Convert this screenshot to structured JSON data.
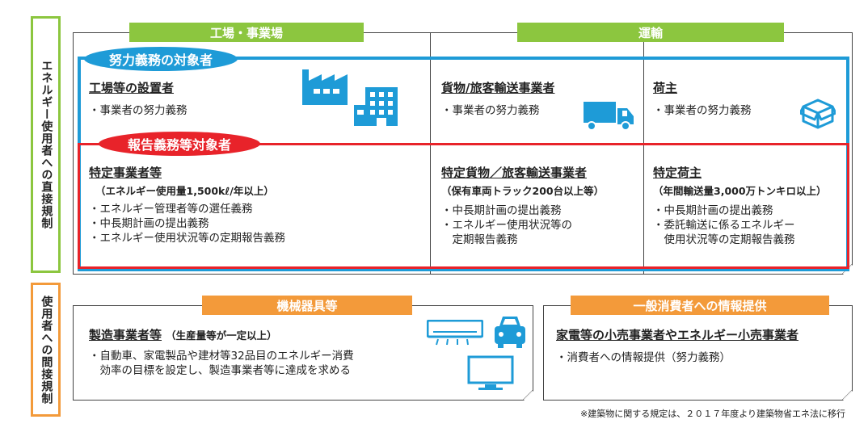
{
  "side_labels": {
    "direct": "エネルギー使用者への直接規制",
    "indirect": "使用者への間接規制"
  },
  "direct": {
    "tabs": {
      "factory": "工場・事業場",
      "transport": "運輸"
    },
    "effort_label": "努力義務の対象者",
    "report_label": "報告義務等対象者",
    "factory": {
      "heading": "工場等の設置者",
      "item": "・事業者の努力義務",
      "specific_heading": "特定事業者等",
      "specific_sub": "（エネルギー使用量1,500kℓ/年以上）",
      "specific_items": [
        "・エネルギー管理者等の選任義務",
        "・中長期計画の提出義務",
        "・エネルギー使用状況等の定期報告義務"
      ]
    },
    "carrier": {
      "heading": "貨物/旅客輸送事業者",
      "item": "・事業者の努力義務",
      "specific_heading": "特定貨物／旅客輸送事業者",
      "specific_sub": "（保有車両トラック200台以上等）",
      "specific_items": [
        "・中長期計画の提出義務",
        "・エネルギー使用状況等の",
        "　定期報告義務"
      ]
    },
    "shipper": {
      "heading": "荷主",
      "item": "・事業者の努力義務",
      "specific_heading": "特定荷主",
      "specific_sub": "（年間輸送量3,000万トンキロ以上）",
      "specific_items": [
        "・中長期計画の提出義務",
        "・委託輸送に係るエネルギー",
        "　使用状況等の定期報告義務"
      ]
    }
  },
  "indirect": {
    "machines": {
      "tab": "機械器具等",
      "heading": "製造事業者等",
      "heading_note": "（生産量等が一定以上）",
      "items": [
        "・自動車、家電製品や建材等32品目のエネルギー消費",
        "　効率の目標を設定し、製造事業者等に達成を求める"
      ]
    },
    "consumers": {
      "tab": "一般消費者への情報提供",
      "heading": "家電等の小売事業者やエネルギー小売事業者",
      "item": "・消費者への情報提供（努力義務）"
    }
  },
  "footnote": "※建築物に関する規定は、２０１７年度より建築物省エネ法に移行",
  "colors": {
    "green": "#8cc63f",
    "orange": "#f39a3a",
    "blue": "#1e9bd7",
    "red": "#e8232a"
  },
  "icons": [
    "factory-icon",
    "building-icon",
    "truck-icon",
    "box-icon",
    "air-conditioner-icon",
    "car-icon",
    "monitor-icon"
  ]
}
